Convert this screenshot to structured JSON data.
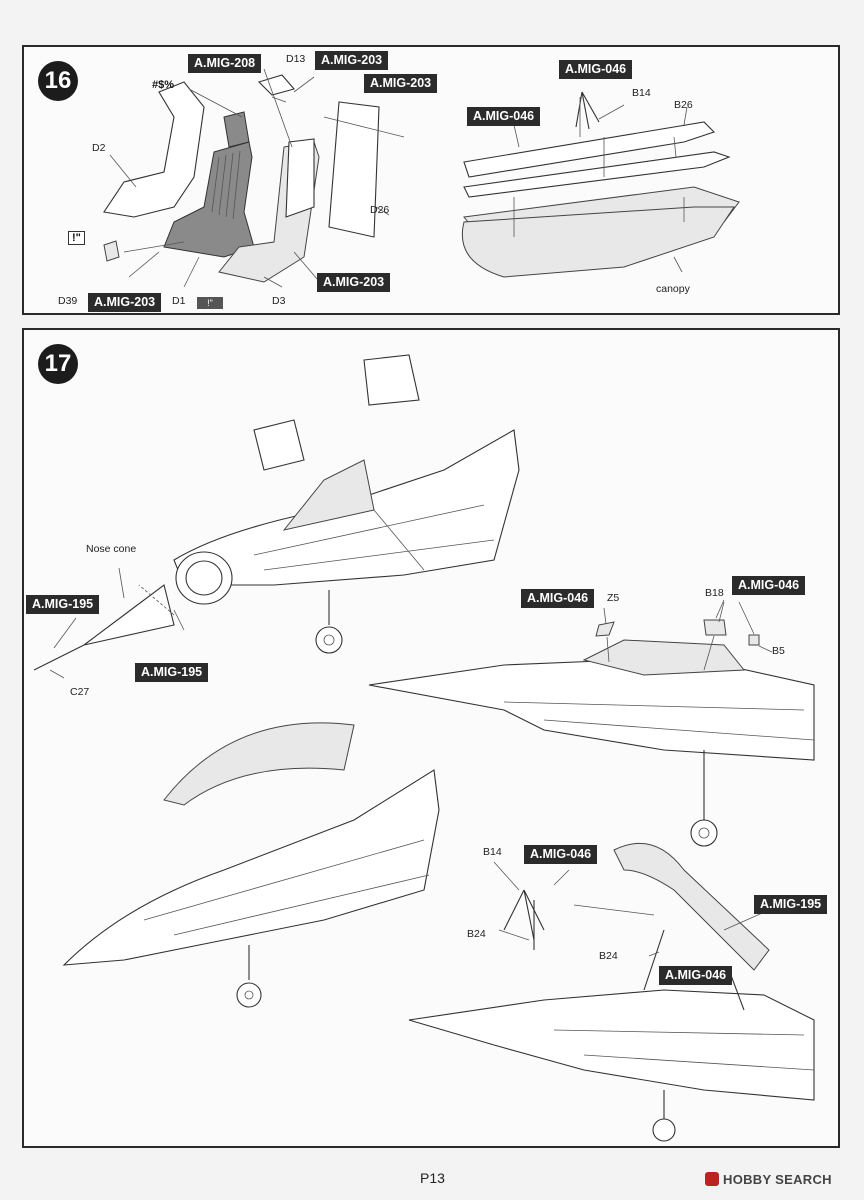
{
  "page": {
    "number": "P13"
  },
  "watermark": {
    "text": "HOBBY SEARCH"
  },
  "step16": {
    "number": "16",
    "paint_tags": {
      "mig208": "A.MIG-208",
      "mig203_top": "A.MIG-203",
      "mig203_right": "A.MIG-203",
      "mig203_mid": "A.MIG-203",
      "mig203_bottom": "A.MIG-203",
      "mig046_top": "A.MIG-046",
      "mig046_left": "A.MIG-046"
    },
    "part_labels": {
      "d13": "D13",
      "d2": "D2",
      "d26": "D26",
      "d39": "D39",
      "d1": "D1",
      "d3": "D3",
      "b14": "B14",
      "b26": "B26"
    },
    "symbols": {
      "hash": "#$%",
      "quote1": "!\"",
      "quote2": "!\""
    },
    "canopy_label": "canopy"
  },
  "step17": {
    "number": "17",
    "paint_tags": {
      "mig195_left": "A.MIG-195",
      "mig195_mid": "A.MIG-195",
      "mig046_a": "A.MIG-046",
      "mig046_b": "A.MIG-046",
      "mig046_c": "A.MIG-046",
      "mig195_right": "A.MIG-195",
      "mig046_d": "A.MIG-046"
    },
    "part_labels": {
      "nose_cone": "Nose cone",
      "c27": "C27",
      "z5": "Z5",
      "b18": "B18",
      "b5": "B5",
      "b14": "B14",
      "b24_a": "B24",
      "b24_b": "B24"
    }
  }
}
